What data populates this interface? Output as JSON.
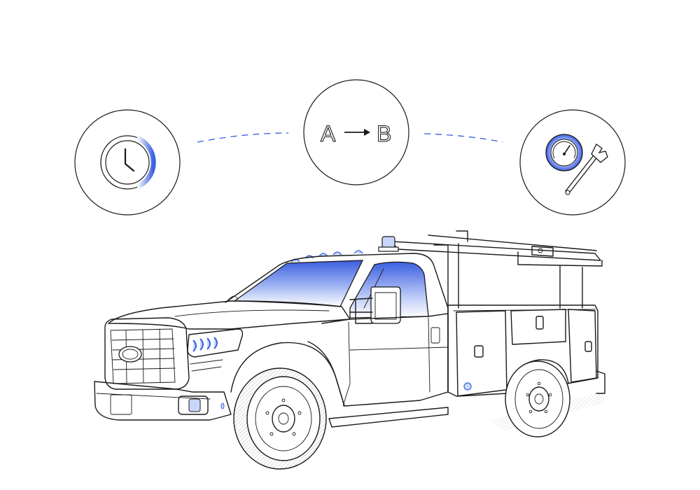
{
  "illustration": {
    "colors": {
      "accent": "#3b5fe0",
      "accent_light": "#c9d6fb",
      "ink": "#1a1a1a",
      "background": "#ffffff"
    },
    "icons": [
      {
        "name": "clock-icon"
      },
      {
        "name": "route-icon",
        "start_label": "A",
        "end_label": "B"
      },
      {
        "name": "gauge-wrench-icon"
      }
    ],
    "vehicle": {
      "name": "service-utility-truck"
    }
  }
}
